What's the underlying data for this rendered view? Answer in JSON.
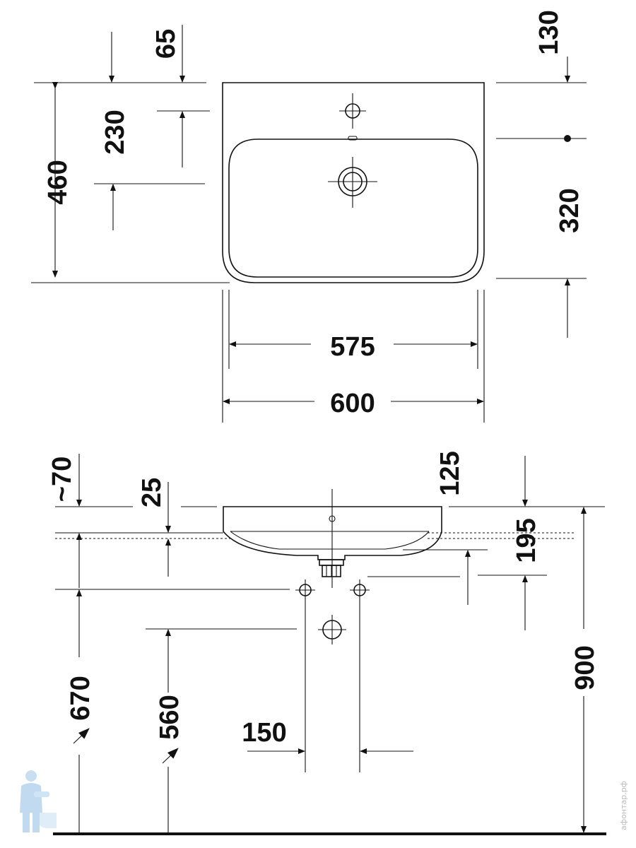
{
  "top_view": {
    "dims": {
      "d65": "65",
      "d130": "130",
      "d230": "230",
      "d460": "460",
      "d320": "320",
      "d575": "575",
      "d600": "600"
    }
  },
  "side_view": {
    "dims": {
      "d70": "~70",
      "d25": "25",
      "d125": "125",
      "d195": "195",
      "d670": "670",
      "d560": "560",
      "d150": "150",
      "d900": "900"
    }
  },
  "watermark": "афонтар.рф",
  "colors": {
    "ink": "#111111",
    "background": "#ffffff"
  },
  "icons": {
    "logo": "plumber-mascot-icon"
  }
}
